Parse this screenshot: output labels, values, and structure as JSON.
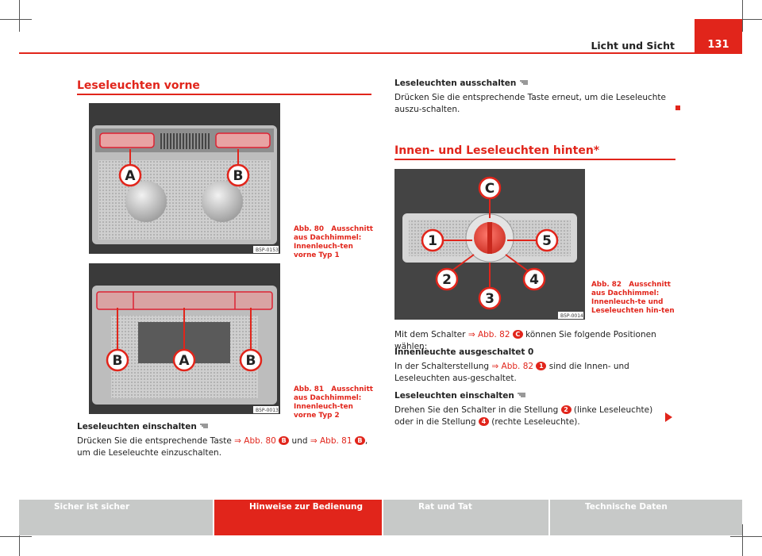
{
  "header": {
    "title": "Licht und Sicht",
    "page_number": "131"
  },
  "left": {
    "section_title": "Leseleuchten vorne",
    "fig80": {
      "code": "B5P-0153",
      "caption_label": "Abb. 80",
      "caption_text": "Ausschnitt aus Dachhimmel: Innenleuch-ten vorne Typ 1",
      "markers": [
        "A",
        "B"
      ]
    },
    "fig81": {
      "code": "B5P-0013",
      "caption_label": "Abb. 81",
      "caption_text": "Ausschnitt aus Dachhimmel: Innenleuch-ten vorne Typ 2",
      "markers": [
        "B",
        "A",
        "B"
      ]
    },
    "switch_on_heading": "Leseleuchten einschalten",
    "switch_on_text": {
      "t1": "Drücken Sie die entsprechende Taste ",
      "ref1": "⇒ Abb. 80",
      "b1": "B",
      "t2": " und ",
      "ref2": "⇒ Abb. 81",
      "b2": "B",
      "t3": ", um die Leseleuchte einzuschalten."
    }
  },
  "right": {
    "switch_off_heading": "Leseleuchten ausschalten",
    "switch_off_text": "Drücken Sie die entsprechende Taste erneut, um die Leseleuchte auszu-schalten.",
    "section_title": "Innen- und Leseleuchten hinten*",
    "fig82": {
      "code": "B5P-0014",
      "caption_label": "Abb. 82",
      "caption_text": "Ausschnitt aus Dachhimmel: Innenleuch-te und Leseleuchten hin-ten",
      "markers": [
        "C",
        "1",
        "5",
        "2",
        "4",
        "3"
      ]
    },
    "intro": {
      "t1": "Mit dem Schalter ",
      "ref": "⇒ Abb. 82",
      "badge": "C",
      "t2": " können Sie folgende Positionen wählen:"
    },
    "off_heading": "Innenleuchte ausgeschaltet 0",
    "off_text": {
      "t1": "In der Schalterstellung ",
      "ref": "⇒ Abb. 82",
      "badge": "1",
      "t2": " sind die Innen- und Leseleuchten aus-geschaltet."
    },
    "reading_heading": "Leseleuchten einschalten",
    "reading_text": {
      "t1": "Drehen Sie den Schalter in die Stellung ",
      "b1": "2",
      "t2": " (linke Leseleuchte) oder in die Stellung ",
      "b2": "4",
      "t3": " (rechte Leseleuchte)."
    }
  },
  "footer": {
    "tabs": [
      "Sicher ist sicher",
      "Hinweise zur Bedienung",
      "Rat und Tat",
      "Technische Daten"
    ],
    "active_index": 1
  },
  "colors": {
    "accent": "#e1251b",
    "footer_grey": "#c7c9c8"
  }
}
